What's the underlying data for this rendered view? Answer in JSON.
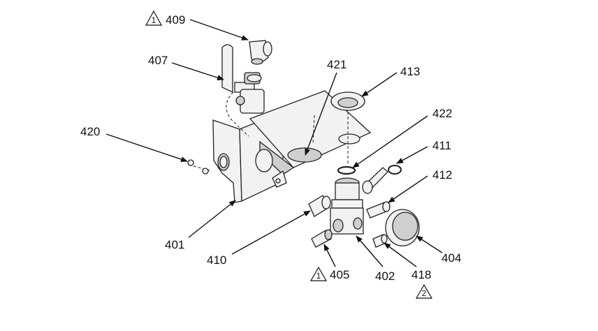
{
  "diagram": {
    "callouts": [
      {
        "id": "c409",
        "label": "409",
        "warning": "1"
      },
      {
        "id": "c407",
        "label": "407"
      },
      {
        "id": "c421",
        "label": "421"
      },
      {
        "id": "c413",
        "label": "413"
      },
      {
        "id": "c422",
        "label": "422"
      },
      {
        "id": "c420",
        "label": "420"
      },
      {
        "id": "c411",
        "label": "411"
      },
      {
        "id": "c412",
        "label": "412"
      },
      {
        "id": "c401",
        "label": "401"
      },
      {
        "id": "c410",
        "label": "410"
      },
      {
        "id": "c404",
        "label": "404"
      },
      {
        "id": "c405",
        "label": "405",
        "warning": "1"
      },
      {
        "id": "c402",
        "label": "402"
      },
      {
        "id": "c418",
        "label": "418"
      }
    ],
    "note_marker": "2"
  }
}
